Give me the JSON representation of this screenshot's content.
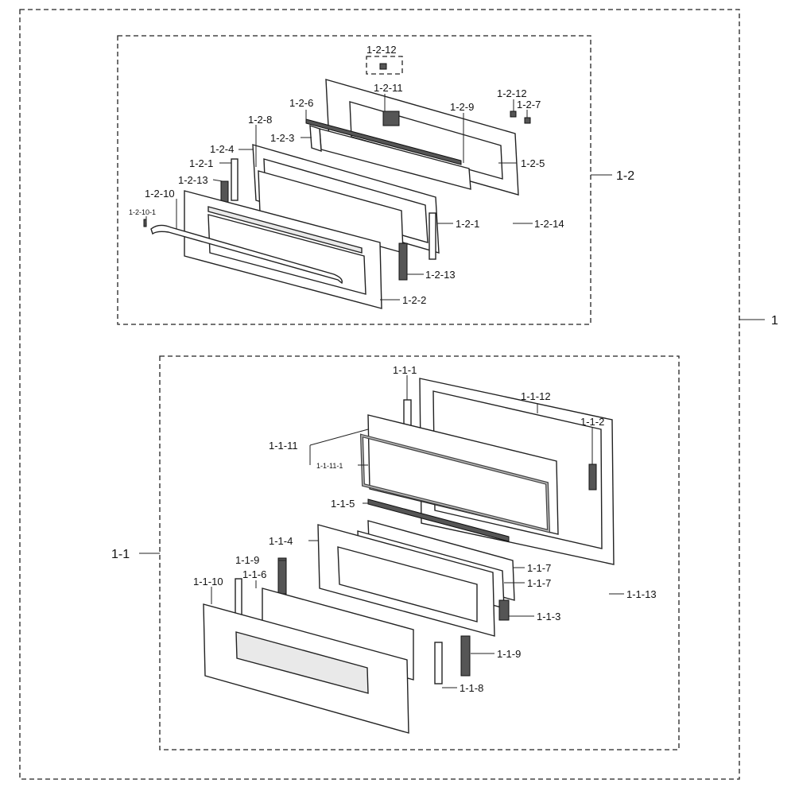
{
  "labels": {
    "assembly_1": "1",
    "assembly_1_2": "1-2",
    "assembly_1_1": "1-1",
    "p_1_2_12_top": "1-2-12",
    "p_1_2_11": "1-2-11",
    "p_1_2_12_right": "1-2-12",
    "p_1_2_7": "1-2-7",
    "p_1_2_6": "1-2-6",
    "p_1_2_9": "1-2-9",
    "p_1_2_8": "1-2-8",
    "p_1_2_3": "1-2-3",
    "p_1_2_5": "1-2-5",
    "p_1_2_4": "1-2-4",
    "p_1_2_1_left": "1-2-1",
    "p_1_2_13_left": "1-2-13",
    "p_1_2_10": "1-2-10",
    "p_1_2_10_1": "1-2-10-1",
    "p_1_2_1_right": "1-2-1",
    "p_1_2_14": "1-2-14",
    "p_1_2_13_right": "1-2-13",
    "p_1_2_2": "1-2-2",
    "p_1_1_1": "1-1-1",
    "p_1_1_12": "1-1-12",
    "p_1_1_2": "1-1-2",
    "p_1_1_11": "1-1-11",
    "p_1_1_11_1": "1-1-11-1",
    "p_1_1_5": "1-1-5",
    "p_1_1_4": "1-1-4",
    "p_1_1_9_left": "1-1-9",
    "p_1_1_6": "1-1-6",
    "p_1_1_10": "1-1-10",
    "p_1_1_7_a": "1-1-7",
    "p_1_1_7_b": "1-1-7",
    "p_1_1_13": "1-1-13",
    "p_1_1_3": "1-1-3",
    "p_1_1_9_right": "1-1-9",
    "p_1_1_8": "1-1-8"
  }
}
